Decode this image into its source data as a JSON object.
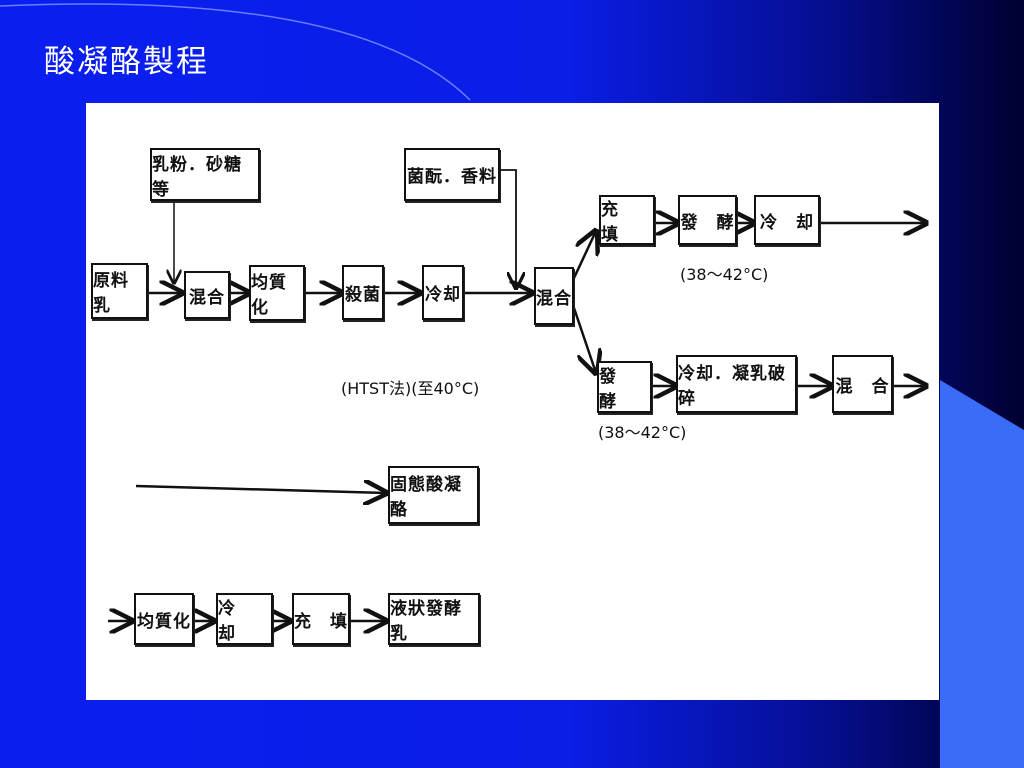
{
  "slide": {
    "title": "酸凝酪製程"
  },
  "diagram": {
    "boxes": {
      "raw_milk": "原料乳",
      "additives": "乳粉．砂糖等",
      "mix1": "混合",
      "homogenize1": "均質化",
      "sterilize": "殺菌",
      "cool1": "冷却",
      "culture": "菌酛．香料",
      "mix2": "混合",
      "fill1": "充　填",
      "ferment1": "發　酵",
      "cool2": "冷　却",
      "ferment2": "發　酵",
      "cool_break": "冷却．凝乳破碎",
      "mix3": "混　合",
      "set_yogurt": "固態酸凝酪",
      "homogenize2": "均質化",
      "cool3": "冷　却",
      "fill2": "充　填",
      "drink_yogurt": "液狀發酵乳"
    },
    "notes": {
      "ferment1_temp": "(38～42°C)",
      "ferment2_temp": "(38～42°C)",
      "htst": "(HTST法)(至40°C)"
    }
  },
  "colors": {
    "background": "#0a1ef0",
    "panel": "#ffffff",
    "accent": "#3366ff"
  }
}
